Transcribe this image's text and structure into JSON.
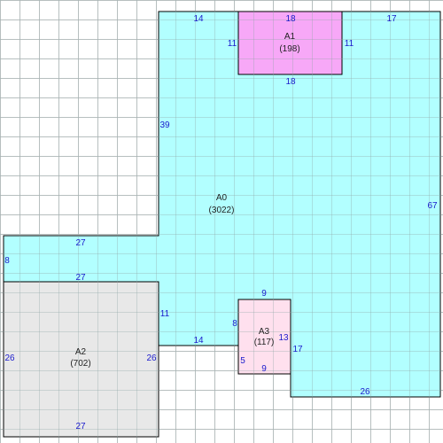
{
  "colors": {
    "grid": "#cccccc",
    "background": "#ffffff",
    "outline": "#000000",
    "dimension_text": "#1a1acc",
    "label_text": "#222222",
    "region_cyan": "#b2ffff",
    "region_magenta": "#f7a8f7",
    "region_gray": "#e8e8e8",
    "region_pink": "#ffe0ee"
  },
  "regions": {
    "a0": {
      "name": "A0",
      "area": "(3022)"
    },
    "a1": {
      "name": "A1",
      "area": "(198)"
    },
    "a2": {
      "name": "A2",
      "area": "(702)"
    },
    "a3": {
      "name": "A3",
      "area": "(117)"
    }
  },
  "dimensions": {
    "a0_top_left": "14",
    "a0_top_right": "17",
    "a0_left_upper": "39",
    "a0_right": "67",
    "a0_step_top": "27",
    "a0_step_left": "8",
    "a0_step_bottom": "27",
    "a0_notch_vertical": "11",
    "a0_notch_horizontal": "14",
    "a0_bottom_right": "26",
    "a0_inner_right_vertical": "17",
    "a1_top": "18",
    "a1_left": "11",
    "a1_right": "11",
    "a1_bottom": "18",
    "a2_left": "26",
    "a2_right": "26",
    "a2_bottom": "27",
    "a3_top": "9",
    "a3_left_upper": "8",
    "a3_left_lower": "5",
    "a3_right": "13",
    "a3_bottom": "9"
  }
}
